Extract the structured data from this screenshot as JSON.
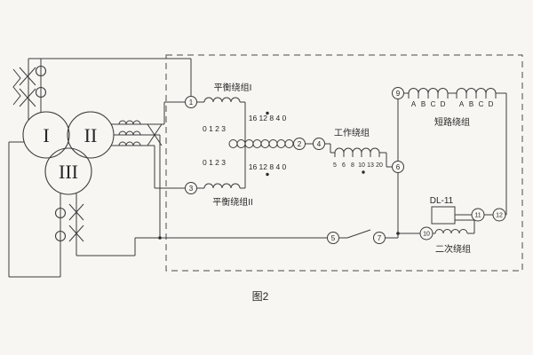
{
  "figure": {
    "caption": "图2"
  },
  "colors": {
    "line": "#3c3c3c",
    "background": "#f7f6f3"
  },
  "transformer": {
    "winding_labels": [
      "I",
      "II",
      "III"
    ]
  },
  "relay_box": {
    "labels": {
      "balance1": "平衡绕组I",
      "balance2": "平衡绕组II",
      "working": "工作绕组",
      "short_circuit": "短路绕组",
      "secondary": "二次绕组",
      "relay_model": "DL-11"
    },
    "taps": {
      "balance1_upper": "16 12 8 4 0",
      "balance1_lower": "0 1 2 3",
      "balance2_upper": "0 1 2 3",
      "balance2_lower": "16 12 8 4 0",
      "working": [
        "5",
        "6",
        "8",
        "10",
        "13",
        "20"
      ],
      "short_circuit_group1": [
        "A",
        "B",
        "C",
        "D"
      ],
      "short_circuit_group2": [
        "A",
        "B",
        "C",
        "D"
      ]
    },
    "terminals": {
      "t1": "1",
      "t2": "2",
      "t3": "3",
      "t4": "4",
      "t5": "5",
      "t6": "6",
      "t7": "7",
      "t9": "9",
      "t10": "10",
      "t11": "11",
      "t12": "12"
    }
  }
}
